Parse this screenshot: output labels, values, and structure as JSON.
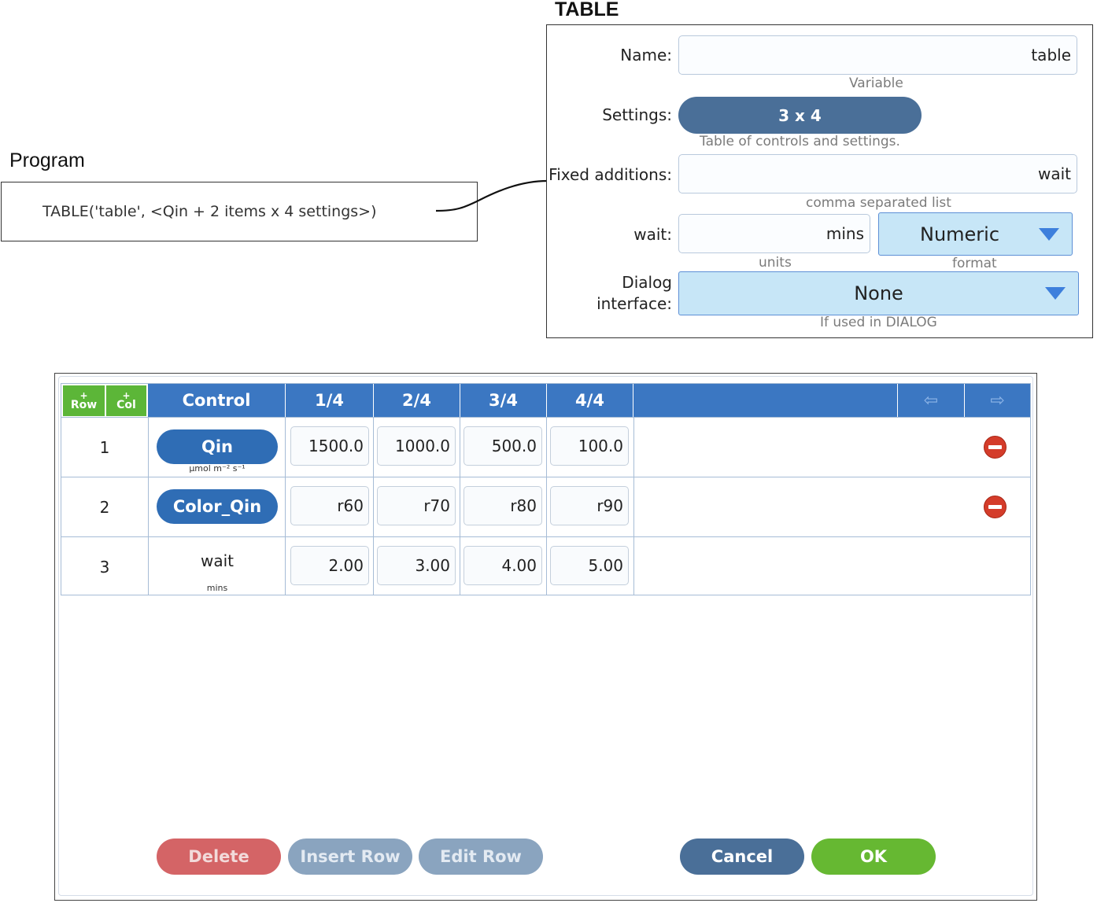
{
  "program": {
    "title": "Program",
    "code": "TABLE('table', <Qin + 2 items x 4 settings>)"
  },
  "table_panel": {
    "title": "TABLE",
    "name": {
      "label": "Name:",
      "value": "table",
      "hint": "Variable"
    },
    "settings": {
      "label": "Settings:",
      "button": "3 x 4",
      "hint": "Table of controls and settings."
    },
    "fixed_additions": {
      "label": "Fixed additions:",
      "value": "wait",
      "hint": "comma separated list"
    },
    "wait": {
      "label": "wait:",
      "units_value": "mins",
      "units_hint": "units",
      "format_value": "Numeric",
      "format_hint": "format"
    },
    "dialog_interface": {
      "label_line1": "Dialog",
      "label_line2": "interface:",
      "value": "None",
      "hint": "If used in DIALOG"
    }
  },
  "grid": {
    "add_row": {
      "plus": "+",
      "label": "Row"
    },
    "add_col": {
      "plus": "+",
      "label": "Col"
    },
    "headers": [
      "Control",
      "1/4",
      "2/4",
      "3/4",
      "4/4"
    ],
    "scroll_left": "⇦",
    "scroll_right": "⇨",
    "rows": [
      {
        "num": "1",
        "control": "Qin",
        "unit": "µmol m⁻² s⁻¹",
        "values": [
          "1500.0",
          "1000.0",
          "500.0",
          "100.0"
        ]
      },
      {
        "num": "2",
        "control": "Color_Qin",
        "unit": "",
        "values": [
          "r60",
          "r70",
          "r80",
          "r90"
        ]
      },
      {
        "num": "3",
        "control": "wait",
        "unit": "mins",
        "values": [
          "2.00",
          "3.00",
          "4.00",
          "5.00"
        ]
      }
    ]
  },
  "buttons": {
    "delete": "Delete",
    "insert_row": "Insert Row",
    "edit_row": "Edit Row",
    "cancel": "Cancel",
    "ok": "OK"
  },
  "colors": {
    "header_blue": "#3b77c2",
    "add_green": "#5cb638",
    "delete_red": "#d46466",
    "disabled_grey_blue": "#8aa4bf",
    "cancel_navy": "#4a6f98",
    "ok_green": "#66b832"
  }
}
